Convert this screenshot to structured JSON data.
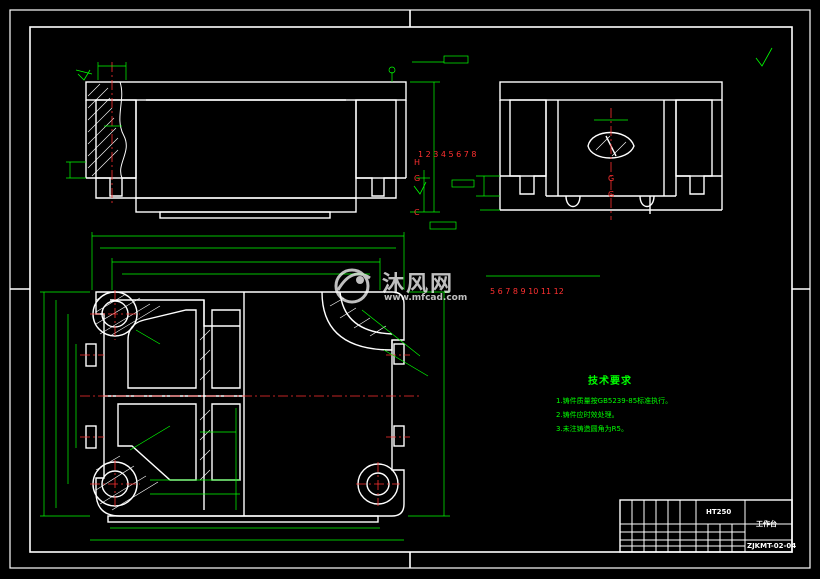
{
  "drawing": {
    "colors": {
      "background": "#000000",
      "outline": "#ffffff",
      "dimension": "#00ff00",
      "centerline": "#ff3030",
      "section_hatch": "#ffffff"
    },
    "technical_requirements": {
      "title": "技术要求",
      "notes": [
        "1.铸件质量按GB5239-85标准执行。",
        "2.铸件应时效处理。",
        "3.未注铸造圆角为R5。"
      ]
    },
    "title_block": {
      "part_name": "工作台",
      "material": "HT250",
      "drawing_number": "ZJKMT-02-04"
    },
    "sequence_numbers": {
      "top": "1  2  3  4  5  6  7  8",
      "bottom": "5  6  7  8  9  10  11 12"
    },
    "view_letters": [
      "H",
      "G",
      "C",
      "G",
      "G"
    ]
  },
  "watermark": {
    "text": "沐风网",
    "url": "www.mfcad.com",
    "icon": "mfcad-logo-icon"
  }
}
